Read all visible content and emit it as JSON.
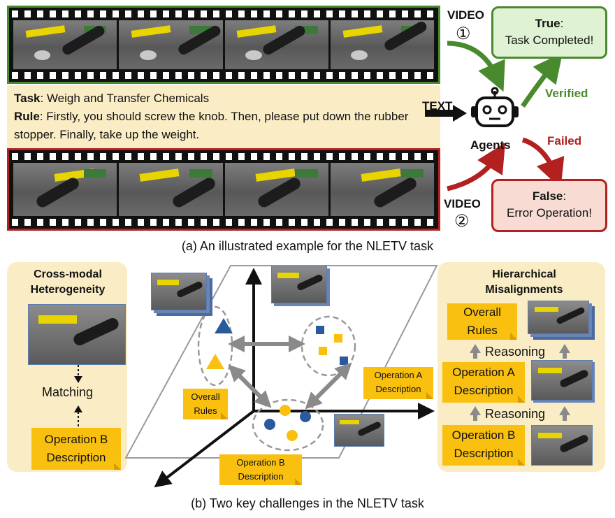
{
  "top": {
    "task_key": "Task",
    "task_value": ": Weigh and Transfer Chemicals",
    "rule_key": "Rule",
    "rule_value": ": Firstly, you should screw the knob. Then, please put down the rubber stopper. Finally, take up the weight.",
    "video1_label": "VIDEO",
    "video1_num": "①",
    "video2_label": "VIDEO",
    "video2_num": "②",
    "text_label": "TEXT",
    "agent_label": "Agents",
    "verified_label": "Verified",
    "failed_label": "Failed",
    "true_title": "True",
    "true_colon": ":",
    "true_body": "Task Completed!",
    "false_title": "False",
    "false_colon": ":",
    "false_body": "Error Operation!",
    "caption": "(a) An illustrated example for the NLETV task"
  },
  "bottom": {
    "left_title": "Cross-modal Heterogeneity",
    "matching": "Matching",
    "left_note": "Operation B Description",
    "overall_rules": "Overall Rules",
    "op_a": "Operation A Description",
    "op_b": "Operation B Description",
    "right_title": "Hierarchical Misalignments",
    "right_overall": "Overall Rules",
    "right_op_a": "Operation A Description",
    "right_op_b": "Operation B Description",
    "reasoning1": "Reasoning",
    "reasoning2": "Reasoning",
    "caption": "(b) Two key challenges in the NLETV task"
  },
  "colors": {
    "green": "#4a8a2e",
    "red": "#b22020",
    "yellow": "#f9c010",
    "blue": "#2a5a9e",
    "panel": "#faedc6"
  }
}
